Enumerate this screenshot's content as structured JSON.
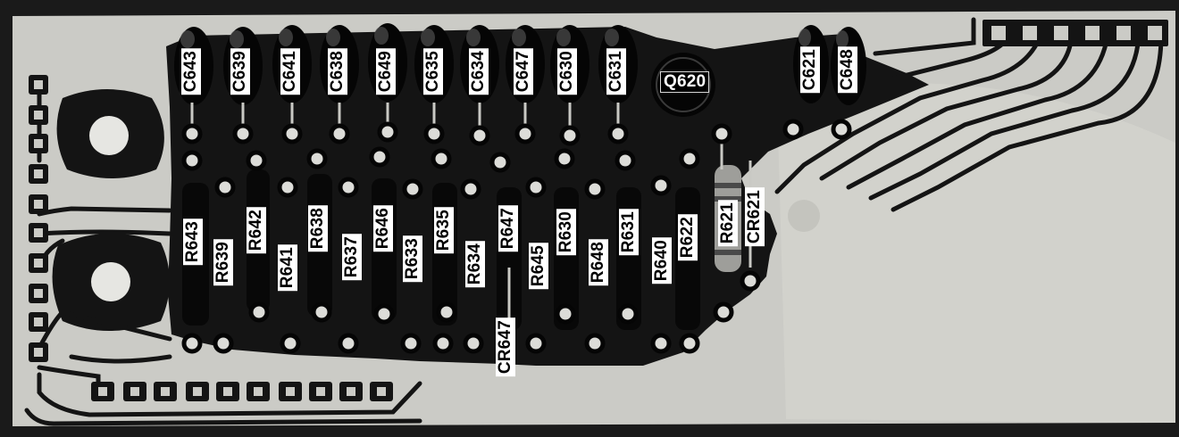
{
  "labels": {
    "C643": "C643",
    "C639": "C639",
    "C641": "C641",
    "C638": "C638",
    "C649": "C649",
    "C635": "C635",
    "C634": "C634",
    "C647": "C647",
    "C630": "C630",
    "C631": "C631",
    "Q620": "Q620",
    "C621": "C621",
    "C648": "C648",
    "R643": "R643",
    "R639": "R639",
    "R642": "R642",
    "R641": "R641",
    "R638": "R638",
    "R637": "R637",
    "R646": "R646",
    "R633": "R633",
    "R635": "R635",
    "R634": "R634",
    "R647": "R647",
    "R645": "R645",
    "R630": "R630",
    "R648": "R648",
    "R631": "R631",
    "R640": "R640",
    "R622": "R622",
    "R621": "R621",
    "CR621": "CR621",
    "CR647": "CR647"
  },
  "colors": {
    "board_background": "#cfcfca",
    "copper_trace": "#111111",
    "label_background": "#ffffff",
    "label_text": "#000000"
  }
}
